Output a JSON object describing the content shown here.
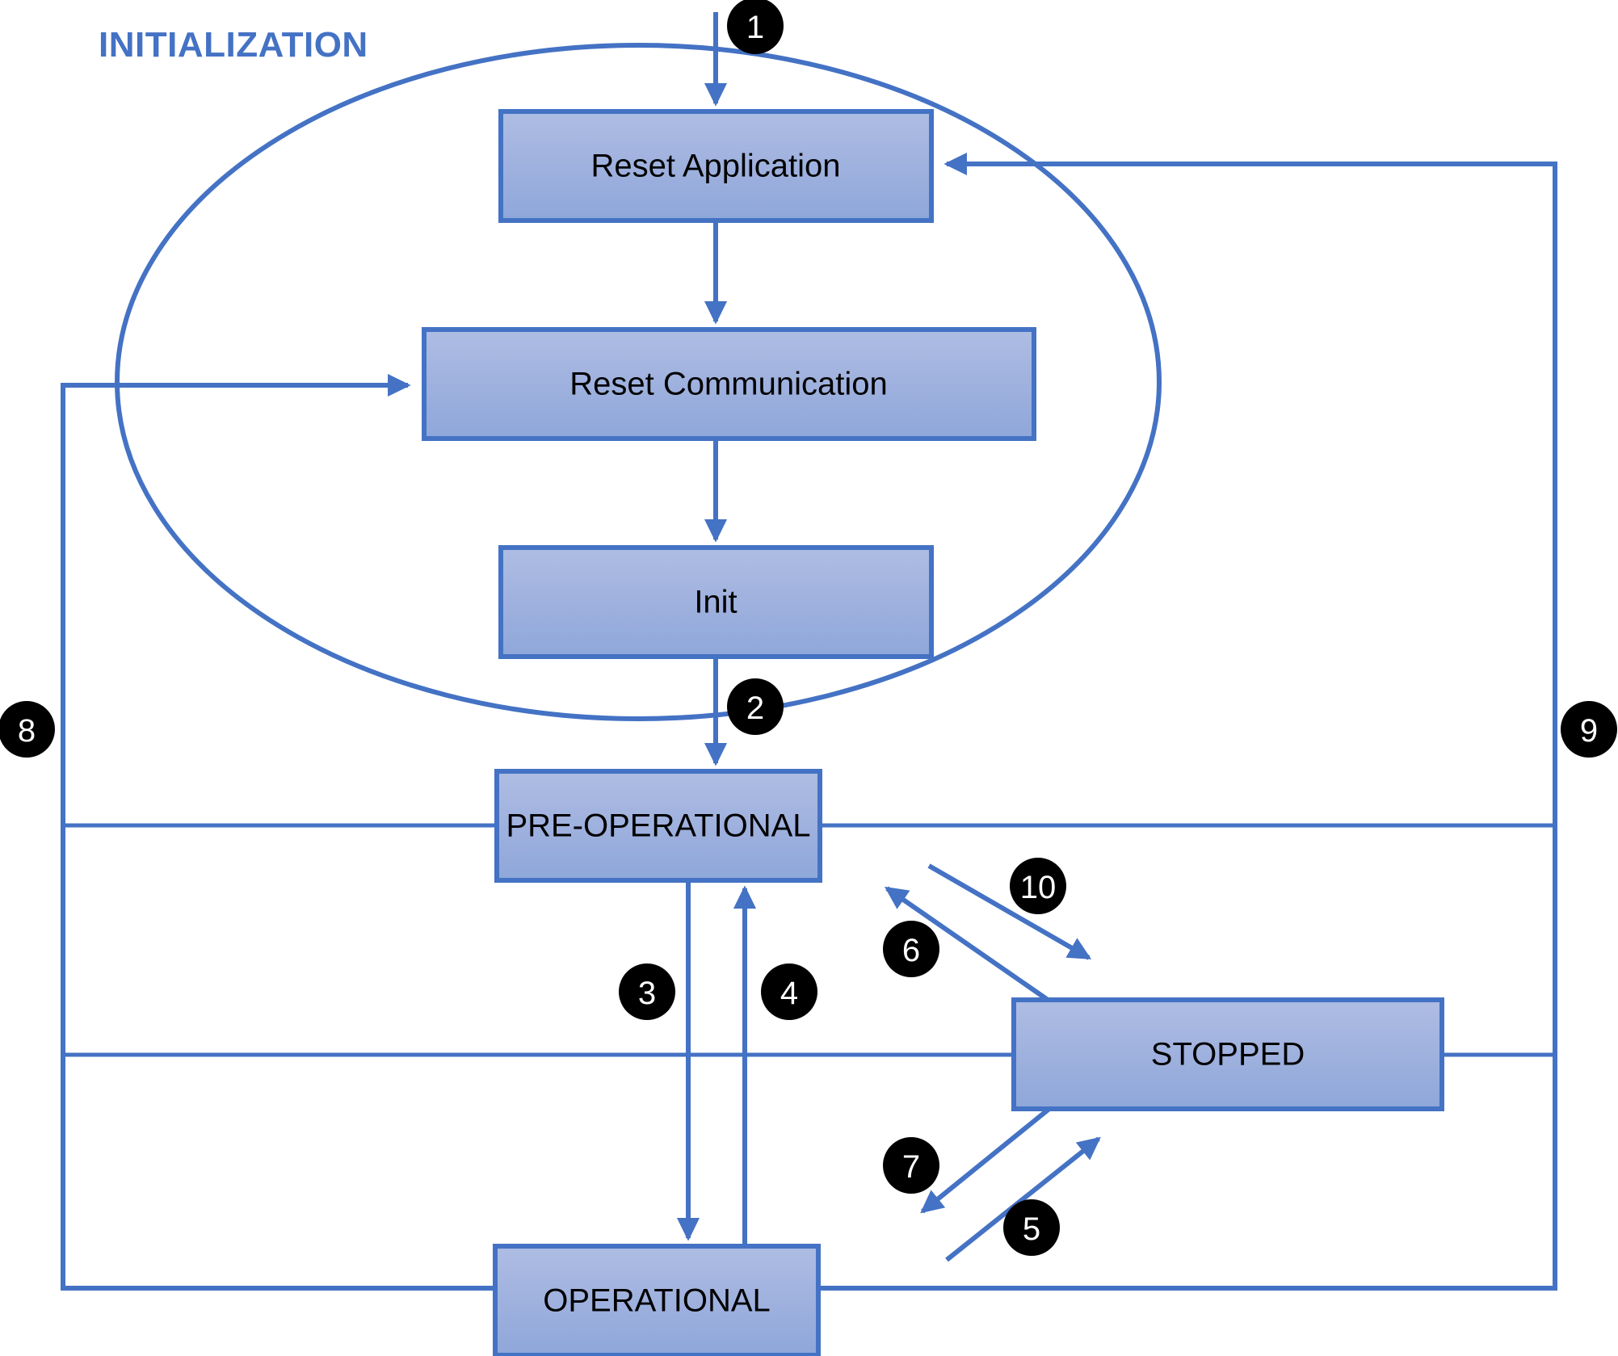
{
  "diagram": {
    "title": "INITIALIZATION",
    "title_color": "#4472c4",
    "box_fill_top": "#a8b9e0",
    "box_fill_bottom": "#8ba3dc",
    "box_border_color": "#4472c4",
    "connector_color": "#4472c4",
    "badge_fill": "#000000",
    "badge_text_color": "#ffffff",
    "states": [
      {
        "id": "reset-application",
        "label": "Reset Application"
      },
      {
        "id": "reset-communication",
        "label": "Reset Communication"
      },
      {
        "id": "init",
        "label": "Init"
      },
      {
        "id": "pre-operational",
        "label": "PRE-OPERATIONAL"
      },
      {
        "id": "stopped",
        "label": "STOPPED"
      },
      {
        "id": "operational",
        "label": "OPERATIONAL"
      }
    ],
    "transitions": [
      {
        "id": "t1",
        "label": "1"
      },
      {
        "id": "t2",
        "label": "2"
      },
      {
        "id": "t3",
        "label": "3"
      },
      {
        "id": "t4",
        "label": "4"
      },
      {
        "id": "t5",
        "label": "5"
      },
      {
        "id": "t6",
        "label": "6"
      },
      {
        "id": "t7",
        "label": "7"
      },
      {
        "id": "t8",
        "label": "8"
      },
      {
        "id": "t9",
        "label": "9"
      },
      {
        "id": "t10",
        "label": "10"
      }
    ]
  }
}
